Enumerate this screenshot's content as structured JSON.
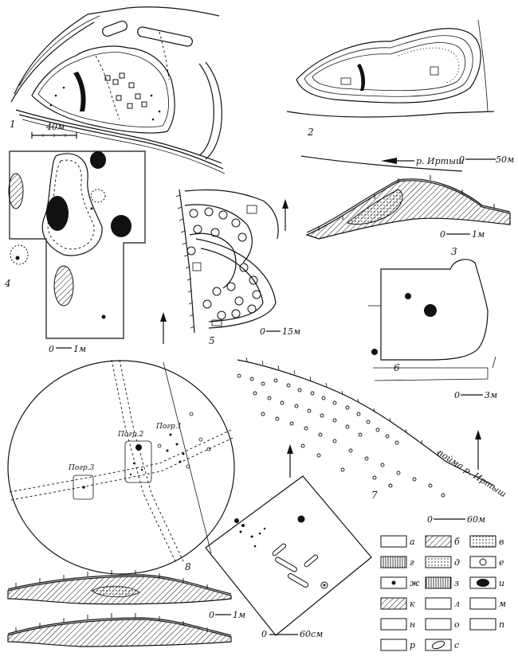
{
  "figure_numbers": {
    "f1": "1",
    "f2": "2",
    "f3": "3",
    "f4": "4",
    "f5": "5",
    "f6": "6",
    "f7": "7",
    "f8": "8"
  },
  "scales": {
    "s1": "40м",
    "s2_start": "0",
    "s2_end": "50м",
    "s3_start": "0",
    "s3_end": "1м",
    "s4_start": "0",
    "s4_end": "1м",
    "s5_start": "0",
    "s5_end": "15м",
    "s6_start": "0",
    "s6_end": "3м",
    "s7_start": "0",
    "s7_end": "60м",
    "s8_start": "0",
    "s8_end": "1м",
    "s9_start": "0",
    "s9_end": "60см"
  },
  "river_labels": {
    "irtysh": "р. Иртыш",
    "floodplain": "пойма р. Иртыш"
  },
  "burials": {
    "b1": "Погр.1",
    "b2": "Погр.2",
    "b3": "Погр.3"
  },
  "legend": [
    {
      "letter": "а"
    },
    {
      "letter": "б"
    },
    {
      "letter": "в"
    },
    {
      "letter": "г"
    },
    {
      "letter": "д"
    },
    {
      "letter": "е"
    },
    {
      "letter": "ж"
    },
    {
      "letter": "з"
    },
    {
      "letter": "и"
    },
    {
      "letter": "к"
    },
    {
      "letter": "л"
    },
    {
      "letter": "м"
    },
    {
      "letter": "н"
    },
    {
      "letter": "о"
    },
    {
      "letter": "п"
    },
    {
      "letter": "р"
    },
    {
      "letter": "с"
    }
  ]
}
